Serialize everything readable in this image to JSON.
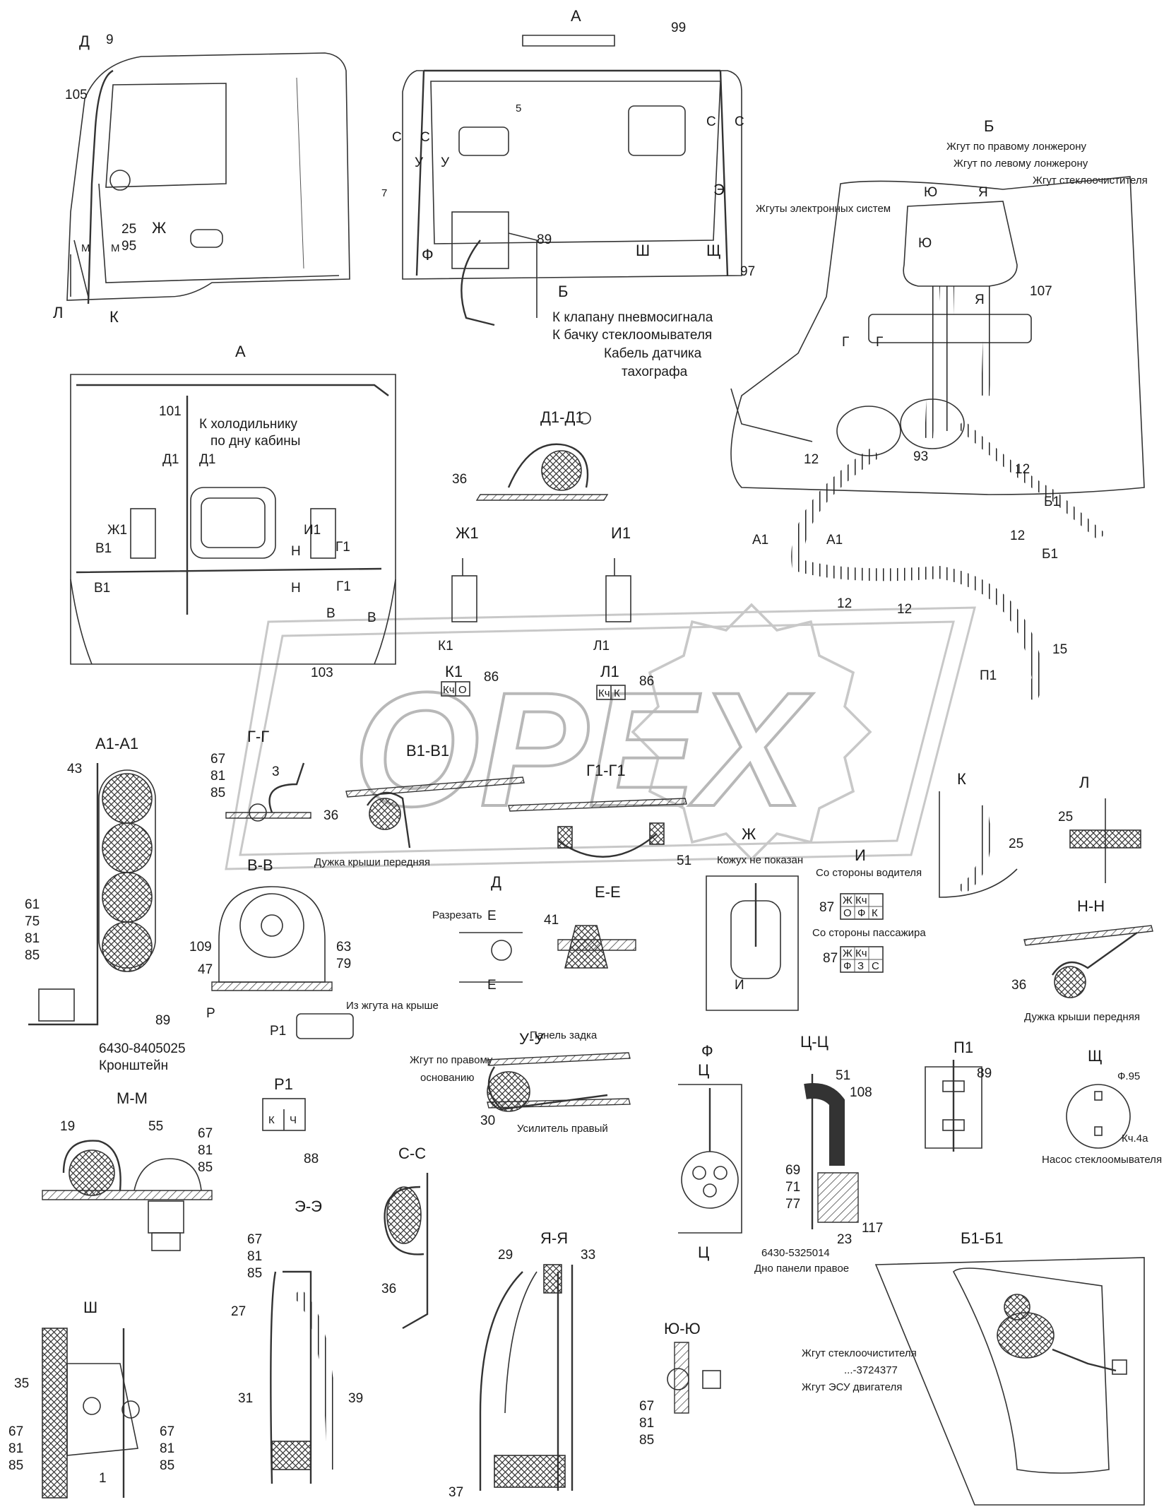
{
  "watermark": "OPEX",
  "views": {
    "A": "А",
    "B": "Б",
    "D": "Д",
    "Zh": "Ж",
    "I": "И",
    "K": "К",
    "L": "Л",
    "F": "Ф",
    "Sh": "Ш",
    "Shch": "Щ",
    "A1A1": "А1-А1",
    "D1D1": "Д1-Д1",
    "B1B1": "Б1-Б1",
    "V1V1": "В1-В1",
    "G1G1": "Г1-Г1",
    "GG": "Г-Г",
    "VV": "В-В",
    "EE": "Е-Е",
    "UU": "У-У",
    "MM": "М-М",
    "P1": "Р1",
    "SS": "С-С",
    "EhEh": "Э-Э",
    "YaYa": "Я-Я",
    "YuYu": "Ю-Ю",
    "TsTs": "Ц-Ц",
    "NN": "Н-Н",
    "Pi1": "П1"
  },
  "notes": {
    "right_frame": "Жгут по правому лонжерону",
    "left_frame": "Жгут по левому лонжерону",
    "wiper_harness": "Жгут стеклоочистителя",
    "electronic_harnesses": "Жгуты электронных систем",
    "to_air_signal_valve": "К клапану пневмосигнала",
    "to_washer_tank": "К бачку стеклоомывателя",
    "tacho_sensor_cable": "Кабель датчика",
    "tacho_word": "тахографа",
    "to_fridge": "К холодильнику",
    "cab_floor": "по дну кабины",
    "roof_arch_front": "Дужка крыши передняя",
    "roof_arch_front_2": "Дужка крыши передняя",
    "cut": "Разрезать",
    "cover_not_shown": "Кожух не показан",
    "driver_side": "Со стороны водителя",
    "passenger_side": "Со стороны пассажира",
    "from_roof_harness": "Из жгута на крыше",
    "bracket_code": "6430-8405025",
    "bracket": "Кронштейн",
    "right_base_harness": "Жгут по правому",
    "base": "основанию",
    "rear_panel": "Панель задка",
    "right_reinforcement": "Усилитель правый",
    "panel_bottom_code": "6430-5325014",
    "panel_bottom": "Дно панели правое",
    "washer_pump": "Насос стеклоомывателя",
    "wiper_harness_2": "Жгут стеклоочистителя",
    "ecu_code": "...-3724377",
    "ecu_harness": "Жгут ЭСУ двигателя",
    "f95": "Ф.95",
    "kch4a": "Кч.4а"
  },
  "connectors": {
    "k1": [
      "Кч",
      "О"
    ],
    "l1": [
      "Кч",
      "К"
    ],
    "i_driver_top": [
      "Ж",
      "Кч",
      ""
    ],
    "i_driver_bottom": [
      "О",
      "Ф",
      "К"
    ],
    "i_pass_top": [
      "Ж",
      "Кч",
      ""
    ],
    "i_pass_bottom": [
      "Ф",
      "З",
      "С"
    ],
    "p1": [
      "К",
      "Ч"
    ]
  },
  "callouts": {
    "n9": "9",
    "n105": "105",
    "n25": "25",
    "n95": "95",
    "n99": "99",
    "n89": "89",
    "n97": "97",
    "n107": "107",
    "n101": "101",
    "n12": "12",
    "n93": "93",
    "n15": "15",
    "n36": "36",
    "n86": "86",
    "n103": "103",
    "n43": "43",
    "n67": "67",
    "n81": "81",
    "n85": "85",
    "n3": "3",
    "n51": "51",
    "n61": "61",
    "n75": "75",
    "n109": "109",
    "n47": "47",
    "n63": "63",
    "n79": "79",
    "n87": "87",
    "n41": "41",
    "n30": "30",
    "n88": "88",
    "n19": "19",
    "n55": "55",
    "n108": "108",
    "n69": "69",
    "n71": "71",
    "n77": "77",
    "n23": "23",
    "n117": "117",
    "n27": "27",
    "n31": "31",
    "n39": "39",
    "n29": "29",
    "n33": "33",
    "n37": "37",
    "n35": "35",
    "n1": "1",
    "n5": "5",
    "n7": "7"
  },
  "letters": {
    "D": "Д",
    "Zh": "Ж",
    "M": "М",
    "L": "Л",
    "K": "К",
    "S": "С",
    "U": "У",
    "F": "Ф",
    "B": "Б",
    "Eh": "Э",
    "Sh": "Ш",
    "Shch": "Щ",
    "Yu": "Ю",
    "Ya": "Я",
    "G": "Г",
    "A1": "А1",
    "B1": "Б1",
    "D1": "Д1",
    "Zh1": "Ж1",
    "I1": "И1",
    "V1": "В1",
    "G1": "Г1",
    "N": "Н",
    "V": "В",
    "K1": "К1",
    "L1": "Л1",
    "P": "Р",
    "P1": "Р1",
    "Ts": "Ц",
    "E": "Е",
    "I": "И",
    "Pi1": "П1"
  }
}
